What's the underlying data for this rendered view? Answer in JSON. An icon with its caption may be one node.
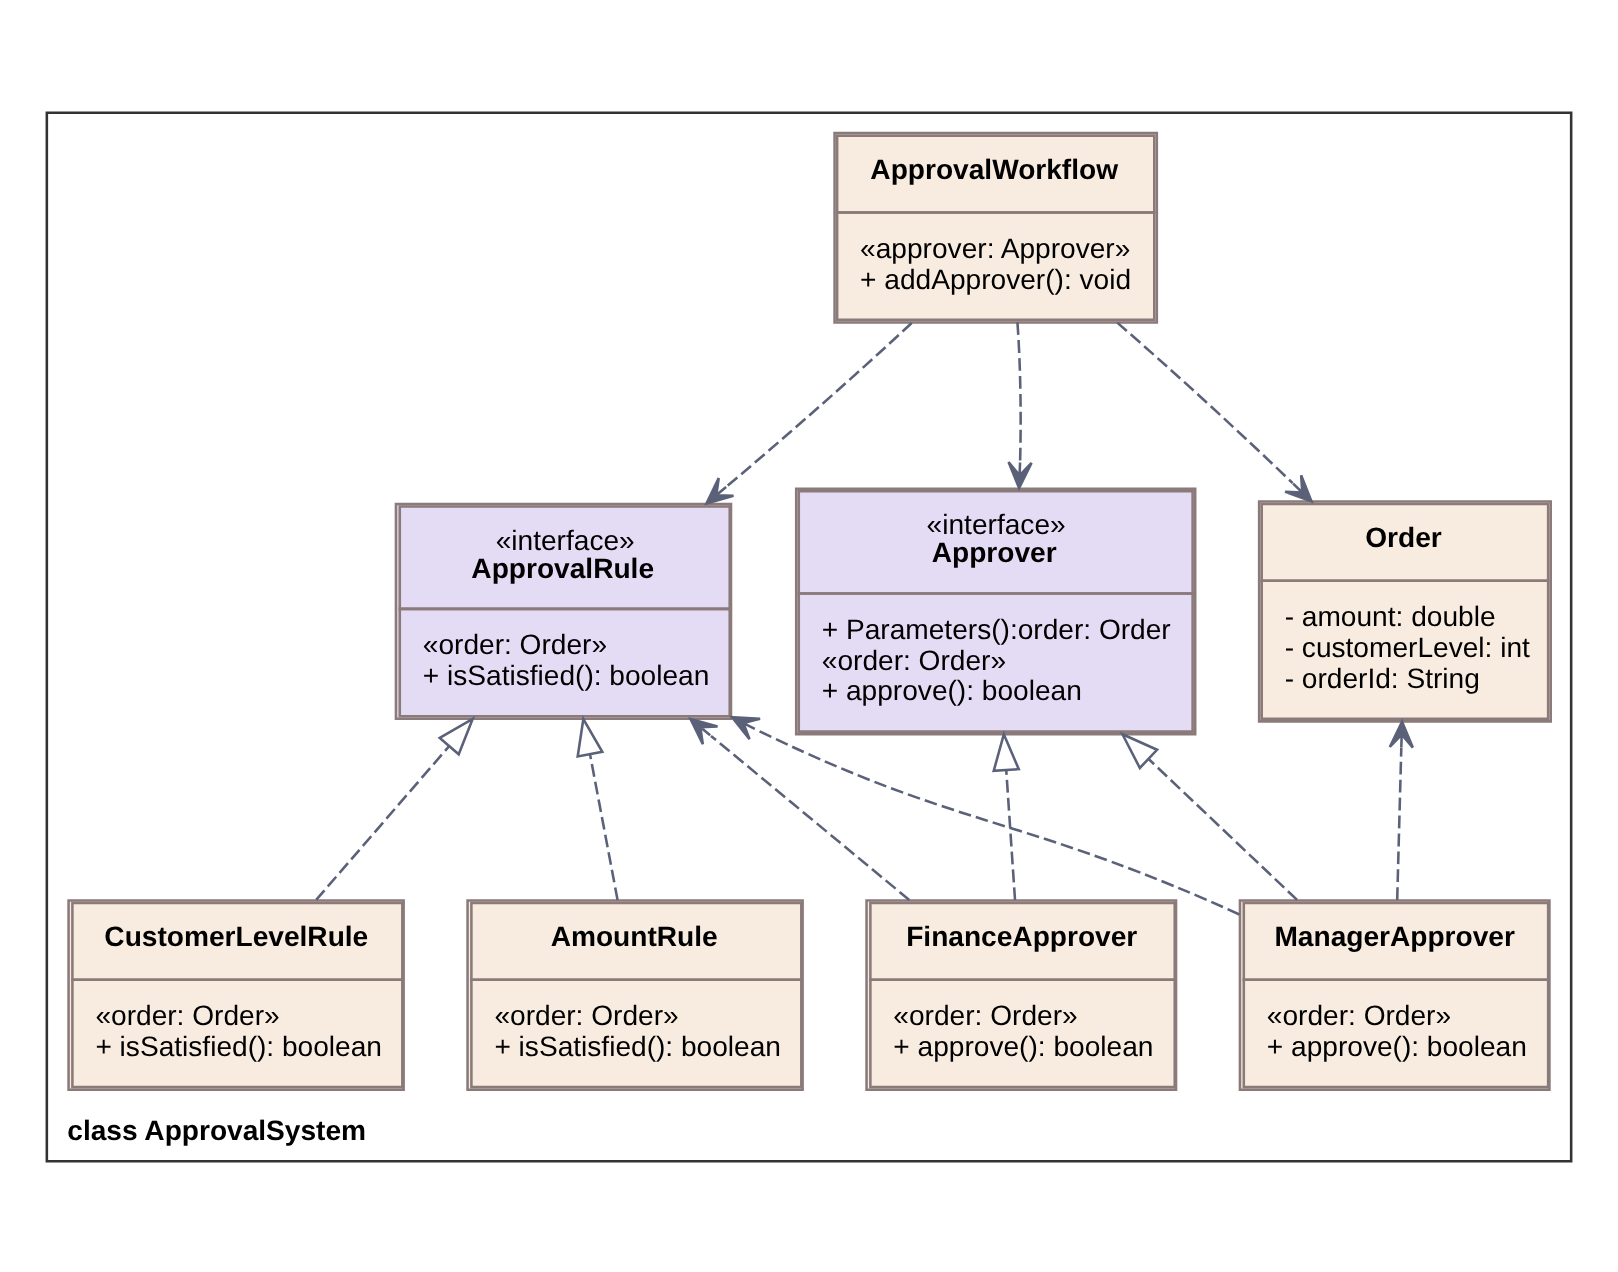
{
  "diagram": {
    "nodes": [
      {
        "text": [
          "class ApprovalSystem"
        ]
      },
      {
        "text": [
          "ApprovalWorkflow",
          "«approver: Approver»",
          "+ addApprover(): void"
        ],
        "in": 0
      },
      {
        "text": [
          "«interface»",
          "Approver",
          "+ Parameters():order: Order",
          "«order: Order»",
          "+ approve(): boolean"
        ],
        "in": 0
      },
      {
        "text": [
          "Order",
          "- amount: double",
          "- customerLevel: int",
          "- orderId: String"
        ],
        "in": 0
      },
      {
        "text": [
          "«interface»",
          "ApprovalRule",
          "«order: Order»",
          "+ isSatisfied(): boolean"
        ],
        "in": 0
      },
      {
        "text": [
          "ManagerApprover",
          "«order: Order»",
          "+ approve(): boolean"
        ],
        "in": 0
      },
      {
        "text": [
          "FinanceApprover",
          "«order: Order»",
          "+ approve(): boolean"
        ],
        "in": 0
      },
      {
        "text": [
          "AmountRule",
          "«order: Order»",
          "+ isSatisfied(): boolean"
        ],
        "in": 0
      },
      {
        "text": [
          "CustomerLevelRule",
          "«order: Order»",
          "+ isSatisfied(): boolean"
        ],
        "in": 0
      }
    ],
    "edges": [
      {
        "from": 1,
        "to": 2,
        "arrow": "to",
        "style": "dashed"
      },
      {
        "from": 1,
        "to": 3,
        "arrow": "to",
        "style": "dashed"
      },
      {
        "from": 1,
        "to": 4,
        "arrow": "to",
        "style": "dashed"
      },
      {
        "from": 5,
        "to": 2,
        "arrow": "to",
        "style": "dashed"
      },
      {
        "from": 6,
        "to": 2,
        "arrow": "to",
        "style": "dashed"
      },
      {
        "from": 5,
        "to": 3,
        "arrow": "to",
        "style": "dashed"
      },
      {
        "from": 5,
        "to": 4,
        "arrow": "to",
        "style": "dashed"
      },
      {
        "from": 6,
        "to": 4,
        "arrow": "to",
        "style": "dashed"
      },
      {
        "from": 7,
        "to": 4,
        "arrow": "to",
        "style": "dashed"
      },
      {
        "from": 8,
        "to": 4,
        "arrow": "to",
        "style": "dashed"
      }
    ]
  }
}
